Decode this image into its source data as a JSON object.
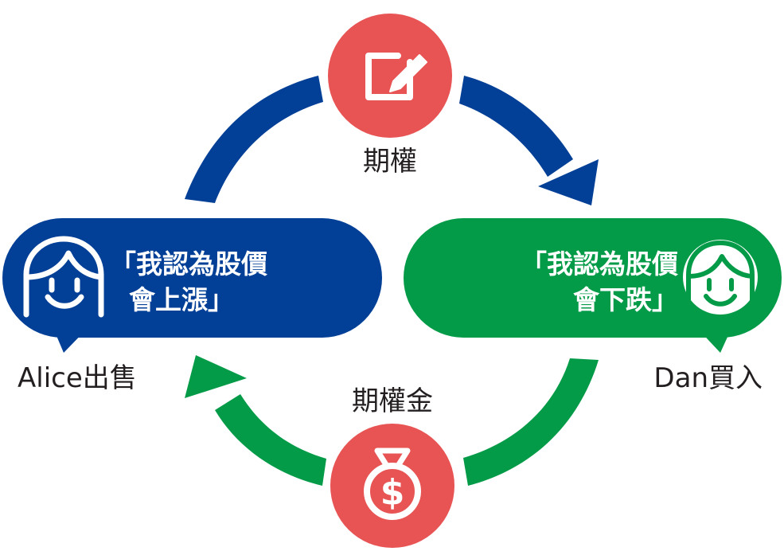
{
  "colors": {
    "blue": "#023f96",
    "green": "#049b48",
    "red": "#e85354",
    "text": "#231f20",
    "white": "#ffffff"
  },
  "top_node": {
    "icon": "edit-document-icon",
    "label": "期權"
  },
  "bottom_node": {
    "icon": "money-bag-icon",
    "label": "期權金"
  },
  "seller": {
    "icon": "smiling-face-icon",
    "quote_line1": "「我認為股價",
    "quote_line2": "會上漲」",
    "label": "Alice出售"
  },
  "buyer": {
    "icon": "smiling-face-icon",
    "quote_line1": "「我認為股價",
    "quote_line2": "會下跌」",
    "label": "Dan買入"
  }
}
